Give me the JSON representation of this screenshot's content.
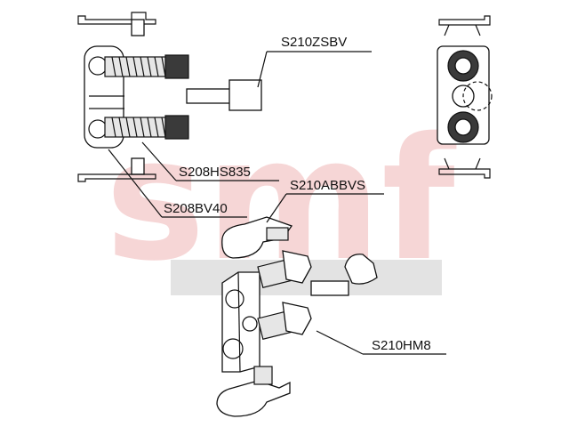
{
  "watermark": {
    "text": "smf",
    "color": "#f4c9c9",
    "band_color": "#d9d9d9"
  },
  "labels": {
    "zsbv": "S210ZSBV",
    "hs835": "S208HS835",
    "bv40": "S208BV40",
    "abbvs": "S210ABBVS",
    "hm8": "S210HM8"
  }
}
